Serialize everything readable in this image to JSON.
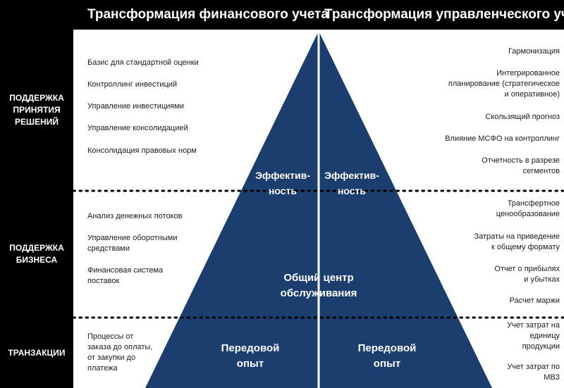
{
  "headers": {
    "financial": "Трансформация финансового учета",
    "management": "Трансформация управленческого учета"
  },
  "rows": {
    "decision_support": "ПОДДЕРЖКА\nПРИНЯТИЯ\nРЕШЕНИЙ",
    "business_support": "ПОДДЕРЖКА\nБИЗНЕСА",
    "transactions": "ТРАНЗАКЦИИ"
  },
  "left_items": {
    "standard_valuation": "Базис для стандартной оценки",
    "investment_controlling": "Контроллинг инвестиций",
    "investment_management": "Управление инвестициями",
    "consolidation_management": "Управление консолидацией",
    "legal_consolidation": "Консолидация правовых норм",
    "cash_flow_analysis": "Анализ денежных потоков",
    "working_capital_1": "Управление оборотными",
    "working_capital_2": "средствами",
    "supply_finance_1": "Финансовая система",
    "supply_finance_2": "поставок",
    "o2c_1": "Процессы от",
    "o2c_2": "заказа до оплаты,",
    "o2c_3": "от закупки до",
    "o2c_4": "платежа"
  },
  "right_items": {
    "harmonization": "Гармонизация",
    "planning_1": "Интегрированное",
    "planning_2": "планирование (стратегическое",
    "planning_3": "и оперативное)",
    "rolling_forecast": "Скользящий прогноз",
    "ifrs": "Влияние МСФО на контроллинг",
    "segment_1": "Отчетность в разрезе",
    "segment_2": "сегментов",
    "transfer_1": "Трансфертное",
    "transfer_2": "ценообразование",
    "common_format_1": "Затраты на приведение",
    "common_format_2": "к общему формату",
    "pnl_1": "Отчет о прибылях",
    "pnl_2": "и убытках",
    "margin": "Расчет маржи",
    "unit_cost_1": "Учет затрат на",
    "unit_cost_2": "единицу",
    "unit_cost_3": "продукции",
    "mbz_1": "Учет затрат по",
    "mbz_2": "МВЗ"
  },
  "triangle": {
    "efficiency_1": "Эффектив-",
    "efficiency_2": "ность",
    "shared_center_1": "Общий центр",
    "shared_center_2": "обслуживания",
    "best_practice_1": "Передовой",
    "best_practice_2": "опыт"
  },
  "colors": {
    "background": "#000000",
    "panel": "#ffffff",
    "triangle": "#1b3e6e",
    "divider": "#ffffff",
    "dotted_line": "#000000"
  }
}
